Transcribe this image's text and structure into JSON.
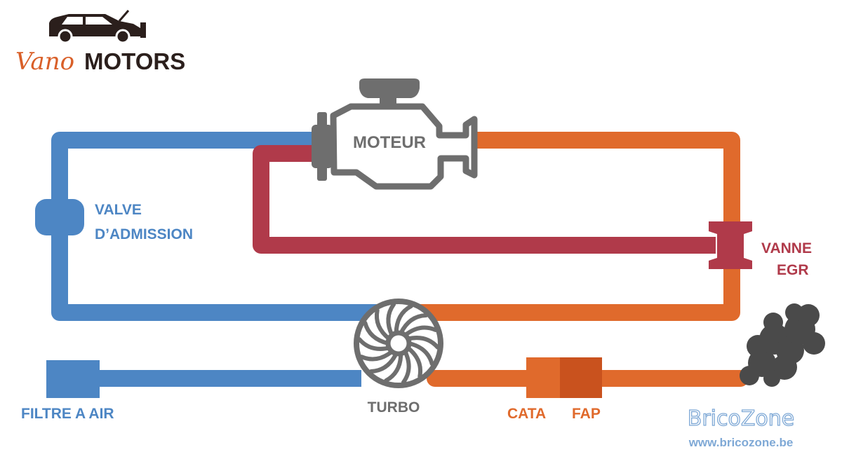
{
  "logo": {
    "script_part": "Vano",
    "bold_part": "MOTORS"
  },
  "labels": {
    "engine": "MOTEUR",
    "intake_valve_line1": "VALVE",
    "intake_valve_line2": "D’ADMISSION",
    "egr_line1": "VANNE",
    "egr_line2": "EGR",
    "air_filter": "FILTRE A AIR",
    "turbo": "TURBO",
    "cata": "CATA",
    "fap": "FAP"
  },
  "watermark": {
    "brand": "BricoZone",
    "url": "www.bricozone.be"
  },
  "icons": {
    "car": "car-silhouette-icon",
    "engine": "engine-icon",
    "turbo": "turbine-icon",
    "smoke": "smoke-cloud-icon"
  },
  "colors": {
    "intake": "#4d86c4",
    "exhaust": "#e06a2c",
    "egr": "#b03a4a",
    "component_gray": "#6e6e6e",
    "fap": "#c9521e",
    "smoke": "#4a4a4a",
    "logo_orange": "#d95f28",
    "logo_dark": "#2b1f1c",
    "watermark": "#7fa9d6"
  }
}
